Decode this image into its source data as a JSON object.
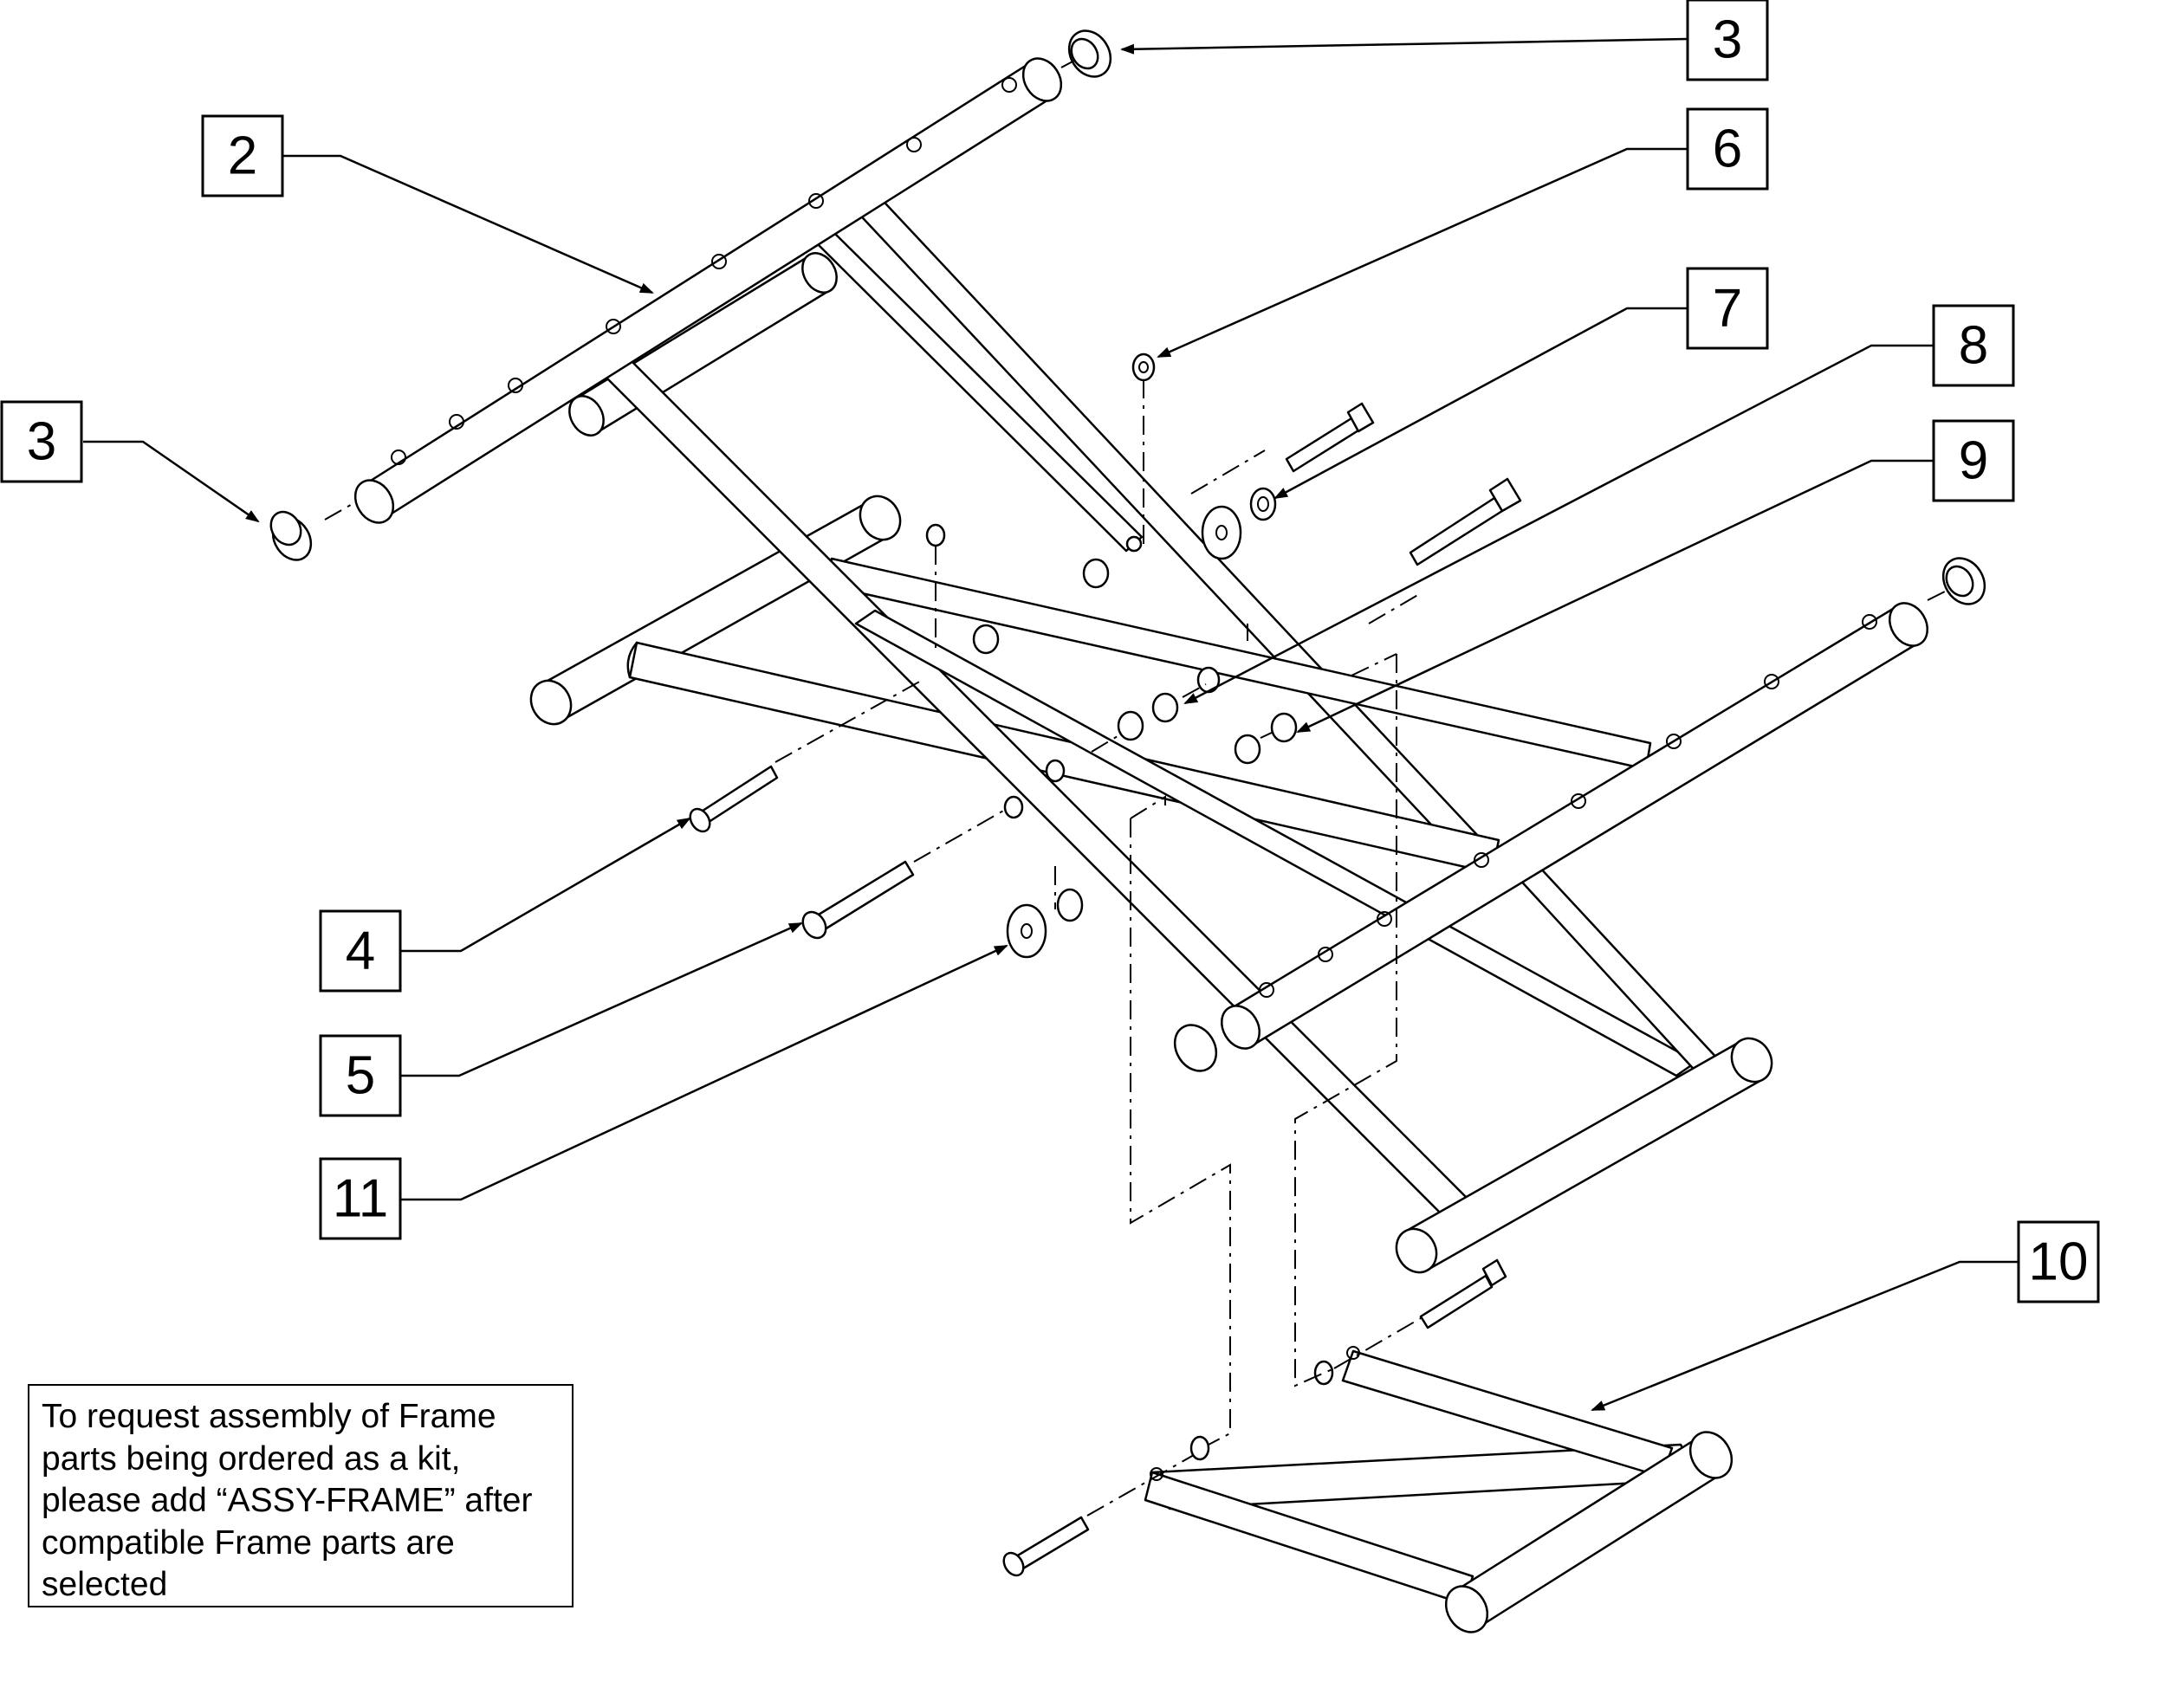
{
  "callouts": [
    {
      "id": "c3a",
      "label": "3"
    },
    {
      "id": "c2",
      "label": "2"
    },
    {
      "id": "c6",
      "label": "6"
    },
    {
      "id": "c7",
      "label": "7"
    },
    {
      "id": "c8",
      "label": "8"
    },
    {
      "id": "c3b",
      "label": "3"
    },
    {
      "id": "c9",
      "label": "9"
    },
    {
      "id": "c4",
      "label": "4"
    },
    {
      "id": "c5",
      "label": "5"
    },
    {
      "id": "c11",
      "label": "11"
    },
    {
      "id": "c10",
      "label": "10"
    }
  ],
  "note": {
    "text": "To request assembly of Frame\nparts being ordered as a kit,\nplease add “ASSY-FRAME” after\ncompatible Frame parts are\nselected"
  }
}
